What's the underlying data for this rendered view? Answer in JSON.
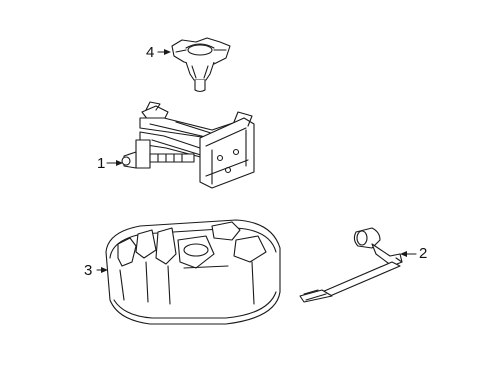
{
  "callouts": {
    "c1": "1",
    "c2": "2",
    "c3": "3",
    "c4": "4"
  },
  "colors": {
    "line": "#1a1a1a",
    "background": "#ffffff"
  }
}
